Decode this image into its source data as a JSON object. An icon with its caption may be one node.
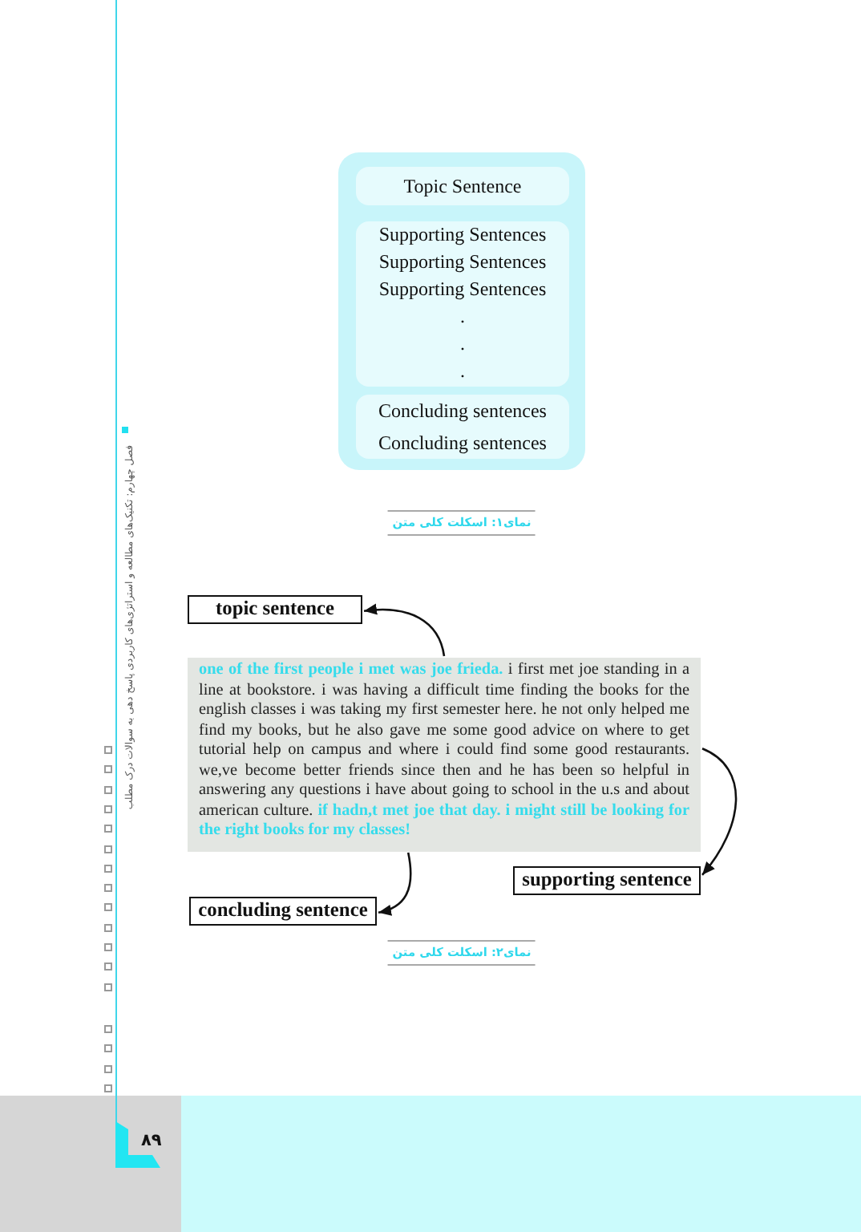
{
  "diagram": {
    "nodes": [
      {
        "text": [],
        "shape": "box"
      },
      {
        "text": [
          "Topic Sentence"
        ],
        "in": 0
      },
      {
        "text": [
          "Supporting Sentences",
          "Supporting Sentences",
          "Supporting Sentences",
          ".",
          ".",
          "."
        ],
        "in": 0
      },
      {
        "text": [
          "Concluding sentences",
          "Concluding sentences"
        ],
        "in": 0
      },
      {
        "text": [
          "topic sentence"
        ]
      },
      {
        "text": [
          "**one of the first people i met was joe frieda.** i first met joe standing in a line at bookstore. i was having a difficult time finding the books for the english classes i was taking my first semester here. he not only helped me find my books, but he also gave me some good advice on where to get tutorial help on campus and where i could find some good restaurants. we,ve become better friends since then and he has been so helpful in answering any questions i have about going to school in the u.s and about american culture. **if hadn,t met joe that day. i might still be looking for the right books for my classes!**"
        ]
      },
      {
        "text": [
          "supporting sentence"
        ]
      },
      {
        "text": [
          "concluding sentence"
        ]
      }
    ],
    "edges": [
      {
        "from": 5,
        "to": 4,
        "arrow": "to"
      },
      {
        "from": 5,
        "to": 6,
        "arrow": "to"
      },
      {
        "from": 5,
        "to": 7,
        "arrow": "to"
      }
    ],
    "labels": [
      "فصل چهارم: تکنیک‌های مطالعه و استراتژی‌های کاربردی پاسخ دهی به سوالات درک مطلب",
      "نمای۱: اسکلت کلی متن",
      "نمای۲: اسکلت کلی متن",
      "۸۹"
    ]
  }
}
